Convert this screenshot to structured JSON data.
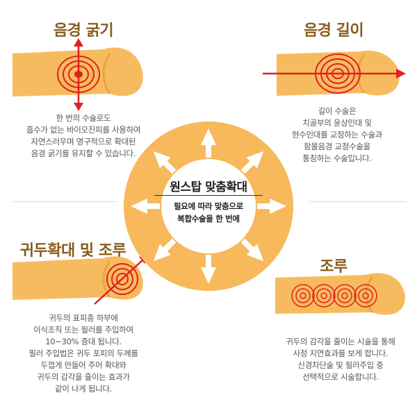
{
  "sections": {
    "thickness": {
      "title": "음경 굵기",
      "desc": "한 번의 수술로도\n흡수가 없는 바이오진피를 사용하여\n자연스러우며 영구적으로 확대된\n음경 굵기를 유지할 수 있습니다."
    },
    "length": {
      "title": "음경 길이",
      "desc": "길이 수술은\n치골부의 윤상인대 및\n현수인대를 교정하는 수술과\n함몰음경 교정수술을\n통칭하는 수술입니다."
    },
    "glans": {
      "title": "귀두확대 및 조루",
      "desc": "귀두의 표피층 하부에\n이식조직 또는 필러를 주입하여\n10~30% 증대 됩니다.\n필러 주입법은 귀두 포피의 두께를\n두껍게 만들어 주어 확대와\n귀두의 감각을 줄이는 효과가\n같이 나게 됩니다."
    },
    "premature": {
      "title": "조루",
      "desc": "귀두의 감각을 줄이는 시술을 통해\n사정 지연효과를 보게 합니다.\n신경차단술 및 필러주입 중\n선택적으로 시술합니다."
    }
  },
  "center": {
    "title": "원스탑 맞춤확대",
    "subtitle": "필요에 따라 맞춤으로\n복합수술을 한 번에"
  },
  "colors": {
    "title": "#8a5a1c",
    "shape": "#f7bb5f",
    "shape_dark": "#e9a443",
    "accent": "#e02020",
    "circle": "#f8b85c"
  }
}
